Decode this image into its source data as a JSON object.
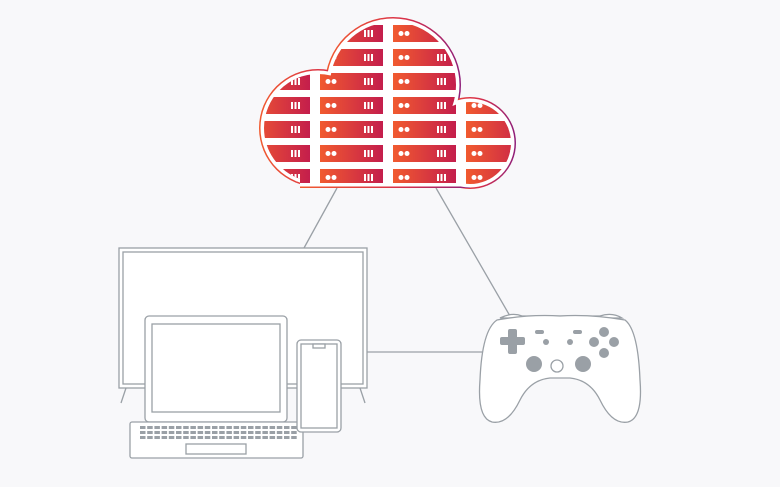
{
  "diagram": {
    "nodes": [
      {
        "id": "cloud",
        "icon": "cloud-server-icon"
      },
      {
        "id": "screens",
        "icon": "tv-laptop-phone-icon"
      },
      {
        "id": "controller",
        "icon": "gamepad-icon"
      }
    ],
    "edges": [
      [
        "cloud",
        "screens"
      ],
      [
        "cloud",
        "controller"
      ],
      [
        "screens",
        "controller"
      ]
    ]
  },
  "colors": {
    "gradient_start": "#f15a2f",
    "gradient_end": "#c41e4c",
    "outline": "#9aa0a6",
    "buttons": "#9aa0a6",
    "background": "#f8f8fa"
  }
}
